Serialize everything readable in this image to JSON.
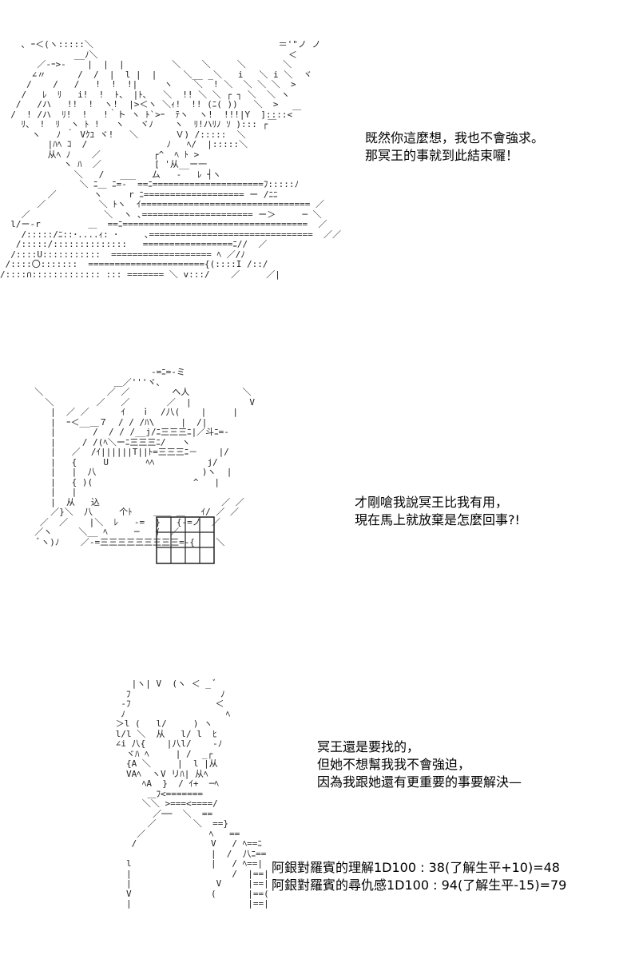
{
  "panels": [
    {
      "art_name": "ascii-art-hugging-scene",
      "art": "    ､ ｰ＜(ヽ:::::＼                                   ＝'\"ノ ノ\n              __ﾉ＼                                    ＜\n       ／‐ｰ>-    |  |  |         ＼    ＼     ＼       ＼\n      ∠〃      /  /  |  l |  |     ＼__ _＼   i   ＼ i ＼  ヾ\n     /    /   /   !  !  !|     ヽ    ＼  ! ＼  ＼ ＼ ＼  >\n    /   ﾚ  ﾘ   i!  !  ﾄ、 |ﾄ､   ＼  !! ＼ ＼ ┌ ┐ ＼  ＼ ヽ\n   /   /ハ   !!  !  ヽ!  |>＜ヽ ＼ｨ!  !! (ﾆ( ))   ＼  >\n  /  ! /ハ  ﾘ!  !   !｀ト ヽ ﾄ`>ｰ  ﾃヽ  ヽ!  !!!|Y  ]::::<￣\n    ﾘ、 !  ﾘ  ヽ ﾄ !   ヽ   ヾﾉ    ヽ  ﾘ!ハﾘﾉ ｿ )::: ┌￣\n      ヽ   ﾉ ｀ Vｸﾕ ヾ!   ＼       Ｖ) /:::::  ＼\n         |ﾊﾍ ｺ  /               ﾉ   ﾍ/  |:::::＼\n         从ﾍ ﾉ    ／          ┌^  ﾍ ﾄ >\n            ヽ ﾊ  ／          [ '从__ー一\n              ＼   /   ___   ム   -   ﾚ ┤ヽ\n               ＼ ﾆ＿ ﾆ=‐  ==ﾆ=====================ﾌ:::::ﾉ\n         ／       ヽ     r ﾆ=================== ー /ﾆﾆ\n       ／          ＼ ﾄヽ  ｲ================================ ／\n    ／              ＼  ヽ ､===================== ー＞     ─ ＼\n  l/ー-r         ＿  ==ﾆ===================================  ／\n    /:::::/ﾆ::･....ｨ: ･     ､===============================  ／／\n   /:::::/::::::::::::::   =================ﾆ//  ／\n  /::::U:::::::::::  =================== ﾍ ／/ﾉ\n /::::〇:::::::  ======================{(::::I /::/\n/::::∩::::::::::::: ::: ======= ＼ v:::/    ／     ／|"
    },
    {
      "art_name": "ascii-art-shouting-face",
      "art": "                        -=ﾆ=-ミ\n                 ＿／'''ヾ､\n  ＼            ／ ／        ヘ人          ＼\n    ＼        ／   ／       ／  |           V\n     |  ／ ／      ｲ   ｉ  /八(    |     |\n     |  ｰ＜__＿７  / / /ﾊ\\     |  /|\n     |       /  / / /__j/ﾆ三三三ﾆ|／斗ﾆ=-\n     |     / /(ﾍ＼ーﾆ三三三ﾆ/   ヽ\n     |   ／  /ｲ||||||T||ﾄ=三三三ﾆ－    |/\n     |   {     U       ﾍﾍ          j/\n     |   |  八                    )ヽ  |\n     |   { )(                   ^   |\n     |   |\n     |  从   込                       ／ ／\n     ／}＼  八     个ﾄ    ＿＿ ＿   ｲ/ ／ ／\n   ／  ／    |＼  ﾚ   -=  }   {-=ノ  ／\n  ／ヽ     ＼__ ﾍ     ─   ｲ  ／\n   ﾞヽ)ﾉ    ／-=三三三三三三三三三=-{    ＼"
    },
    {
      "art_name": "ascii-art-standing-figure",
      "art": "         |ヽ| V  (ヽ ＜ _ ﾞ\n        ﾌ                 ﾉ\n       -ﾌ                ＜\n       ﾉ                   ﾍ\n      ＞l (   l/     ) ヽ\n      l/l ＼  从   l/ l  ﾋ\n      ∠i 八{    |八l/    -ﾉ\n        ヾﾊ ﾍ     | /  _┌\n        {A ＼     |  l |从\n        VAﾍ  ヽV リﾊ| 从ﾍ\n           ﾍA  }  / ｲ+  ─ﾍ\n            ＿ﾌ<=======\n           ＼＼ >===<====/\n             ／──  ＼  ==\n            ／       ＼  ==}\n          ／            ﾍ   ==\n         /              V   / ﾍ==ﾆ\n                        |  /  八ﾆ==\n        l               |   / ﾍ==|\n        |                   /  |==|\n        |                V     |==|\n        V               (      |==(\n        |                      |==|"
    }
  ],
  "dialogues": [
    {
      "lines": [
        "既然你這麼想，我也不會強求。",
        "那冥王的事就到此結束囉！"
      ]
    },
    {
      "lines": [
        "才剛嗆我說冥王比我有用，",
        "現在馬上就放棄是怎麼回事?!"
      ]
    },
    {
      "lines": [
        "冥王還是要找的，",
        "但她不想幫我我不會強迫，",
        "因為我跟她還有更重要的事要解決—"
      ]
    }
  ],
  "dice_rolls": [
    "阿銀對羅賓的理解1D100 : 38(了解生平+10)=48",
    "阿銀對羅賓的尋仇感1D100 : 94(了解生平-15)=79"
  ]
}
